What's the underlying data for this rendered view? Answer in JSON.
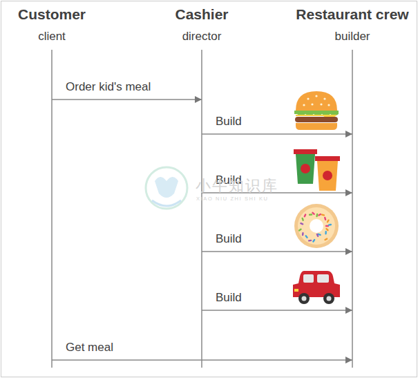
{
  "diagram": {
    "nodes": [
      {
        "text": [
          "Customer",
          "client"
        ]
      },
      {
        "text": [
          "Cashier",
          "director"
        ]
      },
      {
        "text": [
          "Restaurant crew",
          "builder"
        ]
      }
    ],
    "edges": [
      {
        "from": 0,
        "to": 1,
        "arrow": "to",
        "label": "Order kid's meal"
      },
      {
        "from": 1,
        "to": 2,
        "arrow": "to",
        "label": "Build"
      },
      {
        "from": 1,
        "to": 2,
        "arrow": "to",
        "label": "Build"
      },
      {
        "from": 1,
        "to": 2,
        "arrow": "to",
        "label": "Build"
      },
      {
        "from": 1,
        "to": 2,
        "arrow": "to",
        "label": "Build"
      },
      {
        "from": 0,
        "to": 2,
        "arrow": "to",
        "label": "Get meal"
      }
    ],
    "labels": [
      "小牛知识库",
      "XIAO NIU ZHI SHI KU"
    ]
  }
}
